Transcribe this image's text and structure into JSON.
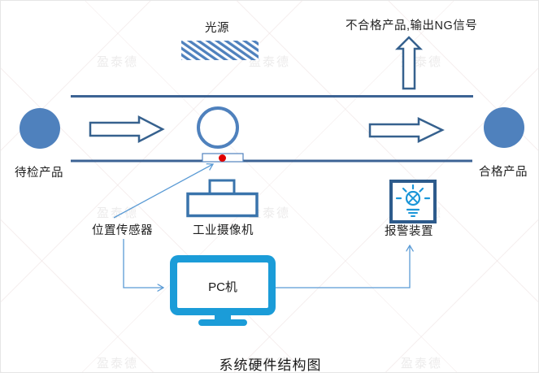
{
  "diagram": {
    "title": "系统硬件结构图",
    "watermark": {
      "text": "盈泰德"
    },
    "labels": {
      "light_source": "光源",
      "ng_output": "不合格产品,输出NG信号",
      "incoming_product": "待检产品",
      "qualified_product": "合格产品",
      "position_sensor": "位置传感器",
      "industrial_camera": "工业摄像机",
      "alarm_device": "报警装置",
      "pc": "PC机"
    },
    "colors": {
      "product_fill": "#4f81bd",
      "shape_outline": "#36618e",
      "conveyor_line": "#3c6394",
      "camera_outline": "#3a74ac",
      "alarm_box_outline": "#2d5b8c",
      "alarm_icon": "#1b96d8",
      "monitor_fill": "#1b9cd8",
      "connector": "#5b9bd5",
      "sensor_dot": "#e00000"
    }
  }
}
